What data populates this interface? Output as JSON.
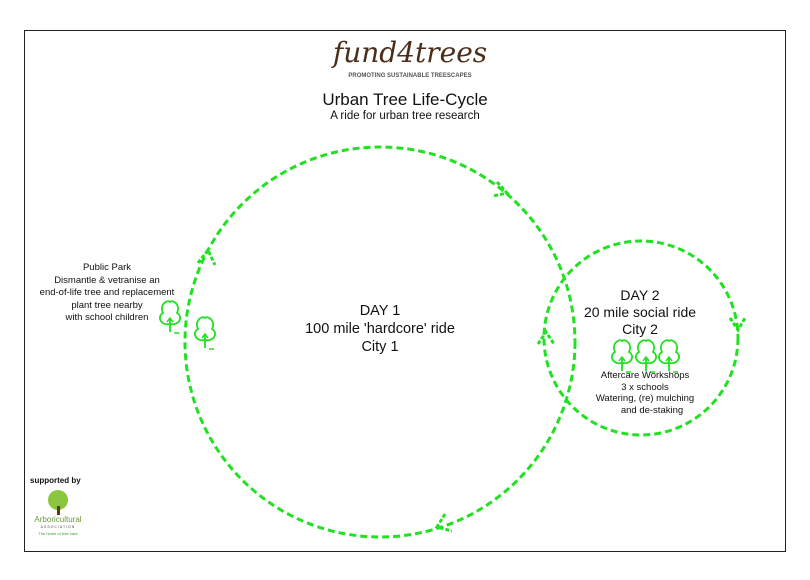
{
  "logo": {
    "brand": "fund4trees",
    "tagline": "PROMOTING SUSTAINABLE TREESCAPES"
  },
  "title": "Urban Tree Life-Cycle",
  "subtitle": "A ride for urban tree research",
  "day1": {
    "line1": "DAY 1",
    "line2": "100 mile 'hardcore' ride",
    "line3": "City 1"
  },
  "day2": {
    "line1": "DAY 2",
    "line2": "20 mile social ride",
    "line3": "City 2"
  },
  "park": {
    "lines": [
      "Public Park",
      "Dismantle & vetranise an",
      "end-of-life tree and replacement",
      "plant tree nearby",
      "with school children"
    ]
  },
  "aftercare": {
    "lines": [
      "Aftercare Workshops",
      "3 x schools",
      "Watering, (re) mulching",
      "and de-staking"
    ]
  },
  "supported": {
    "label": "supported by",
    "org": "Arboricultural",
    "org_sub": "ASSOCIATION",
    "org_tag": "The home of tree care"
  },
  "colors": {
    "route": "#22e022",
    "brand_brown": "#4a2e1a",
    "brand_green": "#6aa84f"
  }
}
